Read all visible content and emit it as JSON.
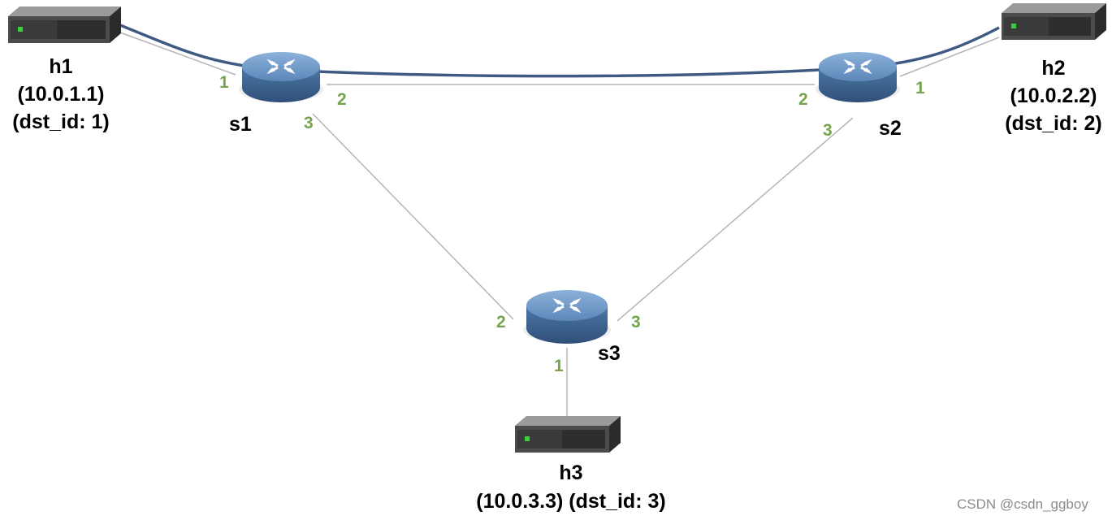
{
  "hosts": {
    "h1": {
      "name": "h1",
      "ip": "(10.0.1.1)",
      "dst": "(dst_id: 1)"
    },
    "h2": {
      "name": "h2",
      "ip": "(10.0.2.2)",
      "dst": "(dst_id: 2)"
    },
    "h3": {
      "name": "h3",
      "ip_dst": "(10.0.3.3) (dst_id: 3)"
    }
  },
  "switches": {
    "s1": "s1",
    "s2": "s2",
    "s3": "s3"
  },
  "ports": {
    "s1_h1": "1",
    "s1_s2": "2",
    "s1_s3": "3",
    "s2_h2": "1",
    "s2_s1": "2",
    "s2_s3": "3",
    "s3_h3": "1",
    "s3_s1": "2",
    "s3_s2": "3"
  },
  "colors": {
    "link": "#b5b5b5",
    "path": "#3e5a82",
    "port_label": "#76a34f",
    "switch_body": "#4f7aab",
    "host_body": "#4a4a4a",
    "host_led": "#38d13a"
  },
  "watermark": "CSDN @csdn_ggboy"
}
